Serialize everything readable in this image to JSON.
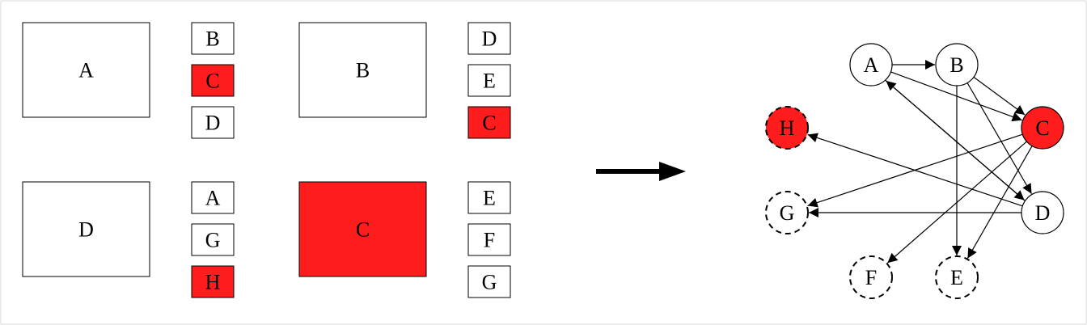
{
  "colors": {
    "highlight": "#ff1c1c",
    "stroke": "#000000",
    "background": "#ffffff",
    "frame": "#d9d9d9"
  },
  "groups": [
    {
      "node": {
        "label": "A",
        "highlight": false
      },
      "neighbors": [
        {
          "label": "B",
          "highlight": false
        },
        {
          "label": "C",
          "highlight": true
        },
        {
          "label": "D",
          "highlight": false
        }
      ]
    },
    {
      "node": {
        "label": "B",
        "highlight": false
      },
      "neighbors": [
        {
          "label": "D",
          "highlight": false
        },
        {
          "label": "E",
          "highlight": false
        },
        {
          "label": "C",
          "highlight": true
        }
      ]
    },
    {
      "node": {
        "label": "D",
        "highlight": false
      },
      "neighbors": [
        {
          "label": "A",
          "highlight": false
        },
        {
          "label": "G",
          "highlight": false
        },
        {
          "label": "H",
          "highlight": true
        }
      ]
    },
    {
      "node": {
        "label": "C",
        "highlight": true
      },
      "neighbors": [
        {
          "label": "E",
          "highlight": false
        },
        {
          "label": "F",
          "highlight": false
        },
        {
          "label": "G",
          "highlight": false
        }
      ]
    }
  ],
  "graph": {
    "nodes": [
      {
        "id": "A",
        "label": "A",
        "style": "solid",
        "highlight": false
      },
      {
        "id": "B",
        "label": "B",
        "style": "solid",
        "highlight": false
      },
      {
        "id": "C",
        "label": "C",
        "style": "solid",
        "highlight": true
      },
      {
        "id": "D",
        "label": "D",
        "style": "solid",
        "highlight": false
      },
      {
        "id": "H",
        "label": "H",
        "style": "dashed",
        "highlight": true
      },
      {
        "id": "G",
        "label": "G",
        "style": "dashed",
        "highlight": false
      },
      {
        "id": "F",
        "label": "F",
        "style": "dashed",
        "highlight": false
      },
      {
        "id": "E",
        "label": "E",
        "style": "dashed",
        "highlight": false
      }
    ],
    "edges": [
      {
        "from": "A",
        "to": "B"
      },
      {
        "from": "A",
        "to": "C"
      },
      {
        "from": "A",
        "to": "D"
      },
      {
        "from": "B",
        "to": "C"
      },
      {
        "from": "B",
        "to": "D"
      },
      {
        "from": "B",
        "to": "E"
      },
      {
        "from": "D",
        "to": "A"
      },
      {
        "from": "D",
        "to": "H"
      },
      {
        "from": "D",
        "to": "G"
      },
      {
        "from": "C",
        "to": "G"
      },
      {
        "from": "C",
        "to": "F"
      },
      {
        "from": "C",
        "to": "E"
      }
    ]
  }
}
